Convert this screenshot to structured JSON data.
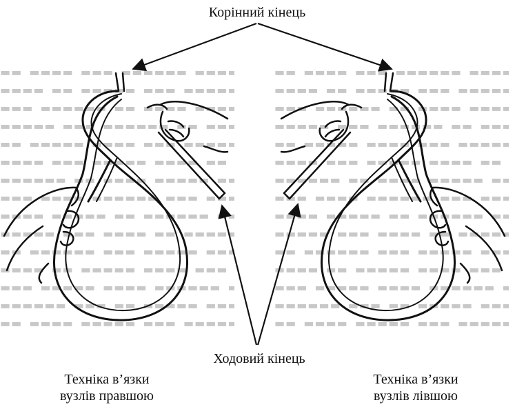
{
  "labels": {
    "standing_end": "Корінний кінець",
    "working_end": "Ходовий кінець"
  },
  "captions": {
    "right_hand": [
      "Техніка в’язки",
      "вузлів правшою"
    ],
    "left_hand": [
      "Техніка в’язки",
      "вузлів лівшою"
    ]
  },
  "colors": {
    "ink": "#111111",
    "rope_fill": "#ffffff",
    "faded_text": "#c8c8c8"
  },
  "icons": [
    "rope-figure-eight-right-hand",
    "rope-figure-eight-left-hand",
    "hand-icon"
  ]
}
